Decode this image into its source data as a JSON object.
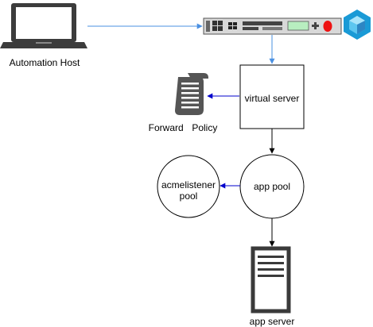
{
  "nodes": {
    "automation_host": {
      "label": "Automation Host",
      "icon": "laptop-icon"
    },
    "bigip_device": {
      "icon": "network-appliance-icon"
    },
    "ansible_logo": {
      "icon": "cube-logo-icon"
    },
    "virtual_server": {
      "label": "virtual server"
    },
    "forward_policy": {
      "label": "Forward  Policy",
      "icon": "policy-scroll-icon"
    },
    "acme_pool": {
      "label": "acmelistener pool"
    },
    "app_pool": {
      "label": "app pool"
    },
    "app_server": {
      "label": "app server",
      "icon": "server-tower-icon"
    }
  },
  "edges": [
    {
      "from": "automation_host",
      "to": "bigip_device",
      "color": "#4a90e2"
    },
    {
      "from": "bigip_device",
      "to": "virtual_server",
      "color": "#4a90e2"
    },
    {
      "from": "virtual_server",
      "to": "forward_policy",
      "color": "#0000cc"
    },
    {
      "from": "virtual_server",
      "to": "app_pool",
      "color": "#000000"
    },
    {
      "from": "app_pool",
      "to": "acme_pool",
      "color": "#0000cc"
    },
    {
      "from": "app_pool",
      "to": "app_server",
      "color": "#000000"
    }
  ],
  "colors": {
    "accent_blue": "#4a90e2",
    "policy_arrow": "#0000cc",
    "device_led_red": "#ee1111",
    "device_display_green": "#b8eec0",
    "logo_blue": "#1a9ad6"
  }
}
